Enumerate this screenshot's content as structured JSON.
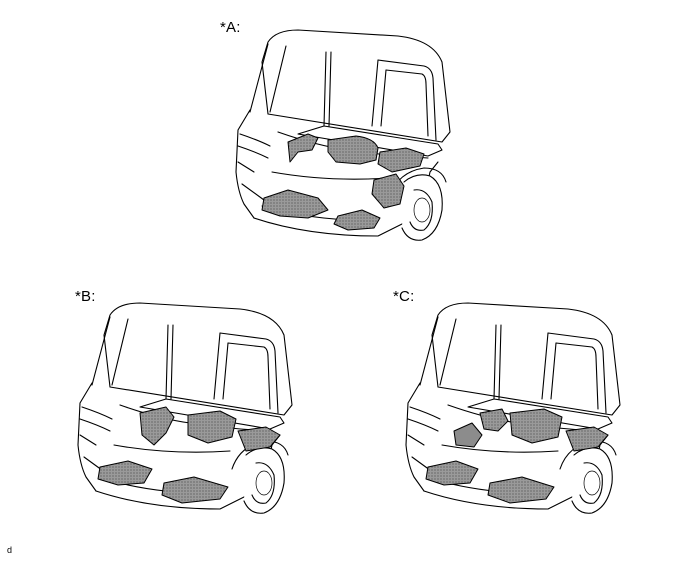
{
  "figures": [
    {
      "label": "*A:"
    },
    {
      "label": "*B:"
    },
    {
      "label": "*C:"
    }
  ],
  "figure_id": "d"
}
